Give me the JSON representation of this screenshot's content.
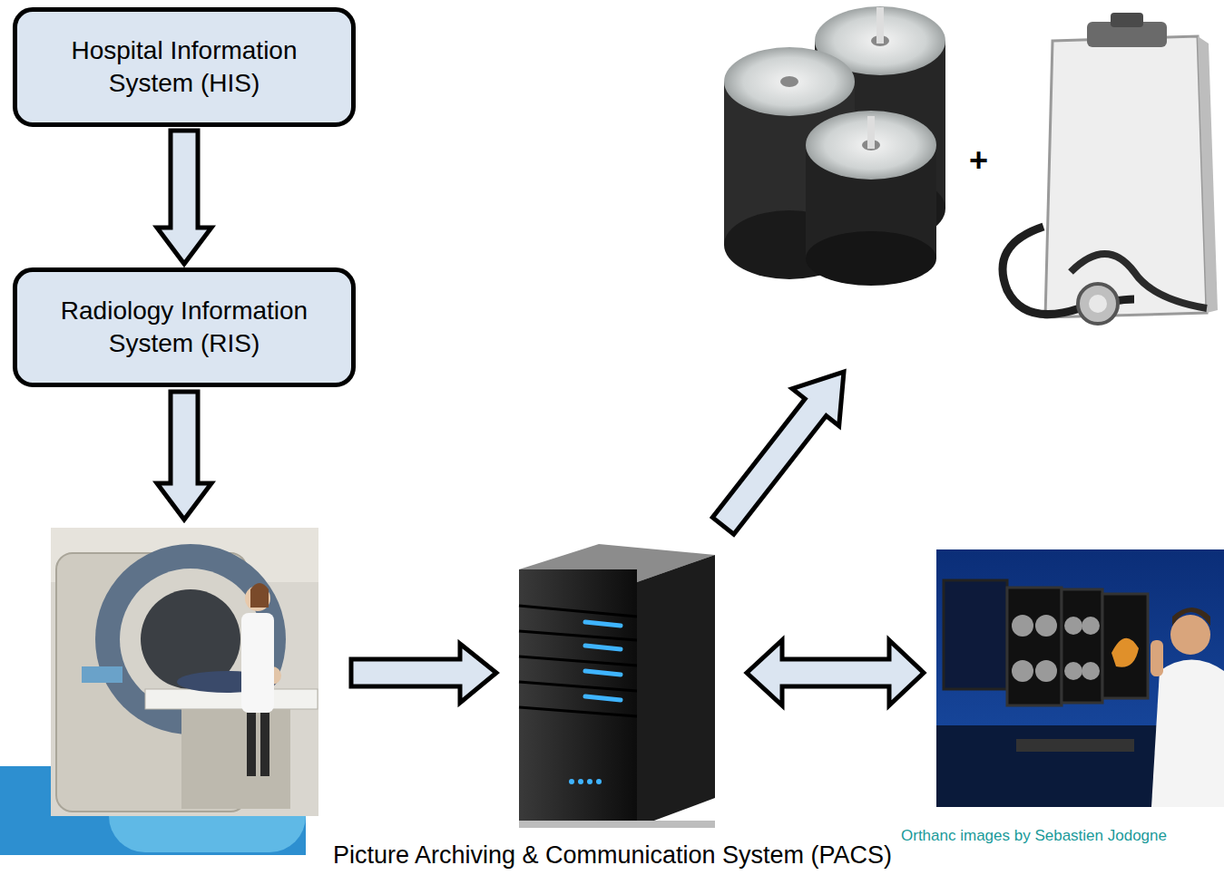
{
  "diagram": {
    "nodes": [
      {
        "text": [
          "Hospital Information System (HIS)"
        ]
      },
      {
        "text": [
          "Radiology Information System (RIS)"
        ]
      },
      {
        "text": [
          "Picture Archiving & Communication System (PACS)"
        ]
      }
    ],
    "edges": [
      {
        "from": 0,
        "to": 1,
        "arrow": "to"
      }
    ],
    "labels": [
      "+",
      "Orthanc images by Sebastien Jodogne"
    ]
  }
}
